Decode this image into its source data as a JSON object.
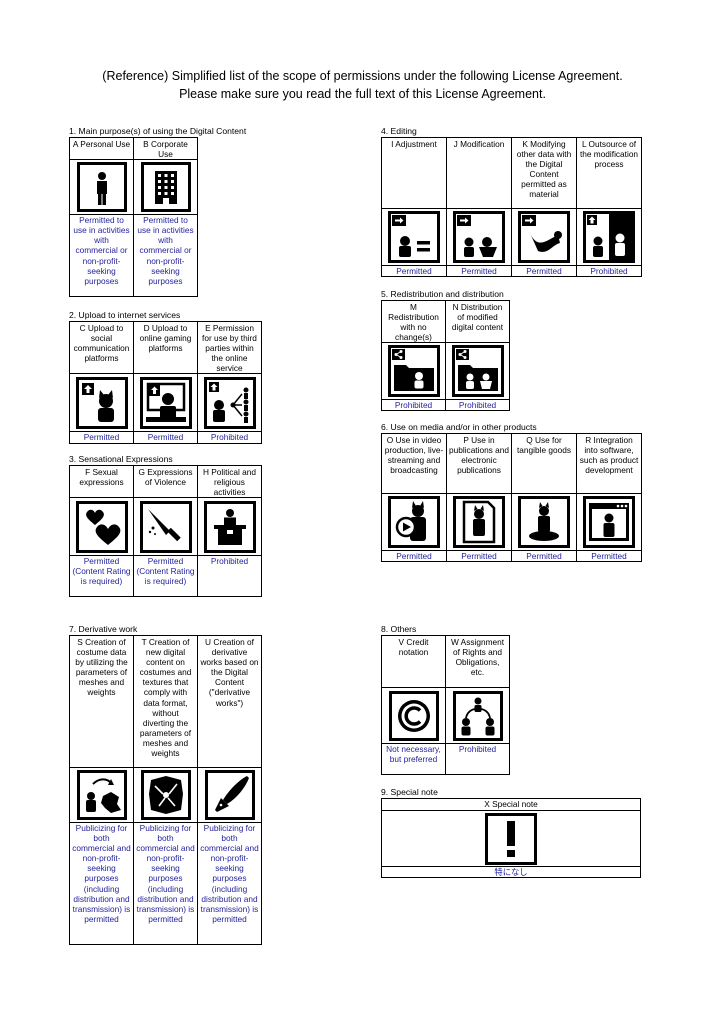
{
  "header": {
    "line1": "(Reference) Simplified list of the scope of permissions under the following License Agreement.",
    "line2": "Please make sure you read the full text of this License Agreement."
  },
  "colors": {
    "permission_text": "#1f1f9b",
    "border": "#000000"
  },
  "sections": {
    "s1": {
      "title": "1. Main purpose(s) of using the Digital Content",
      "items": [
        {
          "label": "A Personal Use",
          "icon": "person-icon",
          "permission": "Permitted to use in activities with commercial or non-profit-seeking purposes"
        },
        {
          "label": "B  Corporate Use",
          "icon": "building-icon",
          "permission": "Permitted to use in activities with commercial or non-profit-seeking purposes"
        }
      ]
    },
    "s2": {
      "title": "2. Upload to internet services",
      "items": [
        {
          "label": "C Upload to social communication platforms",
          "icon": "social-upload-icon",
          "permission": "Permitted"
        },
        {
          "label": "D Upload to online gaming platforms",
          "icon": "game-upload-icon",
          "permission": "Permitted"
        },
        {
          "label": "E Permission for use by third parties within the online service",
          "icon": "third-party-icon",
          "permission": "Prohibited"
        }
      ]
    },
    "s3": {
      "title": "3. Sensational Expressions",
      "items": [
        {
          "label": "F Sexual expressions",
          "icon": "hearts-icon",
          "permission": "Permitted (Content Rating is required)"
        },
        {
          "label": "G Expressions of Violence",
          "icon": "knife-icon",
          "permission": "Permitted (Content Rating is required)"
        },
        {
          "label": "H Political and religious activities",
          "icon": "podium-icon",
          "permission": "Prohibited"
        }
      ]
    },
    "s4": {
      "title": "4. Editing",
      "items": [
        {
          "label": "I Adjustment",
          "icon": "adjustment-icon",
          "permission": "Permitted"
        },
        {
          "label": "J Modification",
          "icon": "modification-icon",
          "permission": "Permitted"
        },
        {
          "label": "K Modifying other data with the Digital Content permitted as material",
          "icon": "material-icon",
          "permission": "Permitted"
        },
        {
          "label": "L Outsource of the modification process",
          "icon": "outsource-icon",
          "permission": "Prohibited"
        }
      ]
    },
    "s5": {
      "title": "5. Redistribution and distribution",
      "items": [
        {
          "label": "M Redistribution with no change(s)",
          "icon": "share-folder-icon",
          "permission": "Prohibited"
        },
        {
          "label": "N Distribution of modified digital content",
          "icon": "share-modified-icon",
          "permission": "Prohibited"
        }
      ]
    },
    "s6": {
      "title": "6. Use on media and/or in other products",
      "items": [
        {
          "label": "O Use in video production, live-streaming and broadcasting",
          "icon": "video-icon",
          "permission": "Permitted"
        },
        {
          "label": "P Use in publications and electronic publications",
          "icon": "publication-icon",
          "permission": "Permitted"
        },
        {
          "label": "Q Use for tangible goods",
          "icon": "figure-icon",
          "permission": "Permitted"
        },
        {
          "label": "R Integration into software, such as product development",
          "icon": "software-icon",
          "permission": "Permitted"
        }
      ]
    },
    "s7": {
      "title": "7. Derivative work",
      "items": [
        {
          "label": "S Creation of costume data by utilizing the parameters of meshes and weights",
          "icon": "costume-icon",
          "permission": "Publicizing for both commercial and non-profit-seeking purposes (including distribution and transmission) is permitted"
        },
        {
          "label": "T Creation of new digital content on costumes and textures that comply with data format, without diverting the parameters of meshes and weights",
          "icon": "texture-icon",
          "permission": "Publicizing for both commercial and non-profit-seeking purposes (including distribution and transmission) is permitted"
        },
        {
          "label": "U Creation of derivative works based on the Digital Content (\"derivative works\")",
          "icon": "pen-nib-icon",
          "permission": "Publicizing for both commercial and non-profit-seeking purposes (including distribution and transmission) is permitted"
        }
      ]
    },
    "s8": {
      "title": "8. Others",
      "items": [
        {
          "label": "V Credit notation",
          "icon": "copyright-icon",
          "permission": "Not necessary, but preferred"
        },
        {
          "label": "W Assignment of Rights and Obligations, etc.",
          "icon": "assignment-icon",
          "permission": "Prohibited"
        }
      ]
    },
    "s9": {
      "title": "9. Special note",
      "items": [
        {
          "label": "X Special note",
          "icon": "exclamation-icon",
          "permission": "特になし"
        }
      ]
    }
  }
}
